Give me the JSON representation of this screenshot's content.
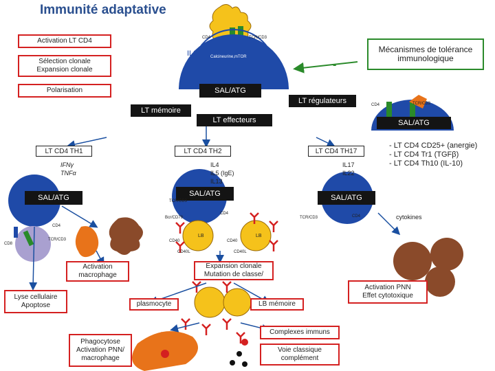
{
  "title": "Immunité adaptative",
  "boxes": {
    "activation_cd4": "Activation LT CD4",
    "selection_clonale": "Sélection clonale\nExpansion clonale",
    "polarisation": "Polarisation",
    "tolerance": "Mécanismes de tolérance immunologique",
    "lt_memoire": "LT mémoire",
    "lt_effecteurs": "LT effecteurs",
    "lt_regulateurs": "LT régulateurs",
    "lt_cd4_th1": "LT CD4 TH1",
    "lt_cd4_th2": "LT CD4 TH2",
    "lt_cd4_th17": "LT CD4 TH17",
    "sal_atg": "SAL/ATG",
    "activation_macrophage": "Activation\nmacrophage",
    "expansion_clonale_mutation": "Expansion clonale\nMutation de classe/",
    "lyse": "Lyse cellulaire\nApoptose",
    "plasmocyte": "plasmocyte",
    "lb_memoire": "LB mémoire",
    "activation_pnn": "Activation PNN\nEffet cytotoxique",
    "phagocytose": "Phagocytose\nActivation PNN/\nmacrophage",
    "complexes_immuns": "Complexes immuns",
    "voie_classique": "Voie classique\ncomplément"
  },
  "labels": {
    "cd4": "CD4",
    "tcr_cd3": "TCR/CD3",
    "il2": "IL2",
    "calcineurin": "Calcineurine,mTOR",
    "minus": "-",
    "th1_cytokines": "IFNγ\nTNFα",
    "th2_cytokines": "IL4\nIL5 (IgE)\nIL13",
    "th17_cytokines": "IL17\nIL22",
    "treg_list": "- LT CD4 CD25+ (anergie)\n- LT CD4 Tr1 (TGFβ)\n- LT CD4 Th10 (IL-10)",
    "cytokines": "cytokines",
    "cd8": "CD8",
    "lb": "LB",
    "cd40": "CD40",
    "cd40l": "CD40L",
    "bcr_cd79": "Bcr/CD79"
  },
  "colors": {
    "red": "#d42020",
    "green": "#2a8a2a",
    "yellow": "#f5c21b",
    "orange": "#e8731a",
    "purple": "#a9a0d0",
    "blue_title": "#2a4f8f",
    "cell_blue": "#1f4aa8",
    "brown": "#8a4a2a"
  }
}
